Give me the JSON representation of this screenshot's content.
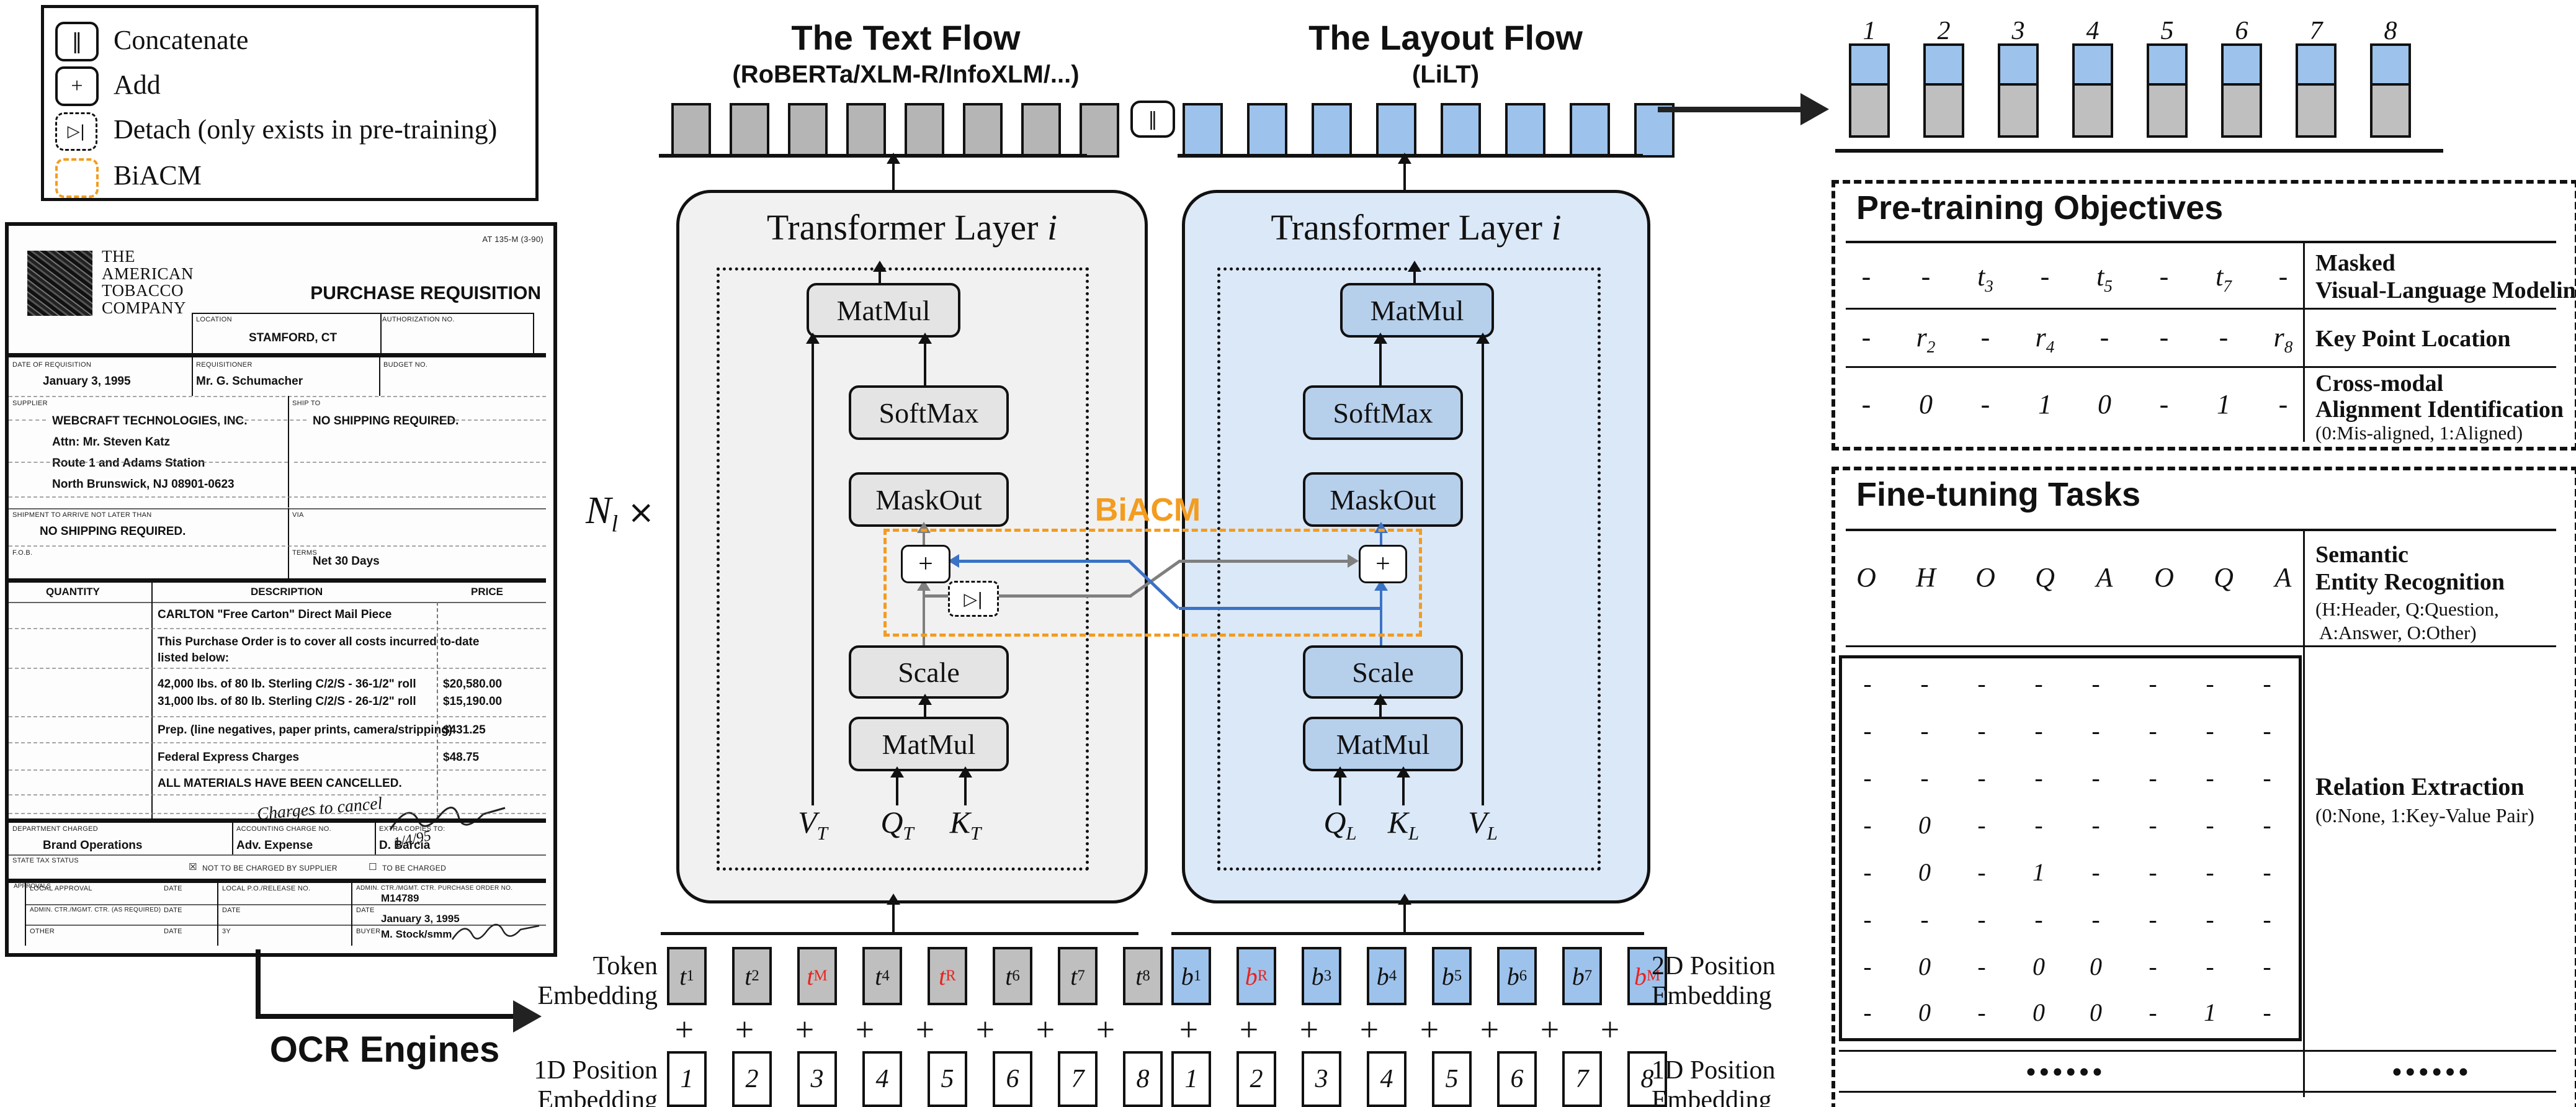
{
  "legend": {
    "concat_symbol": "‖",
    "add_symbol": "+",
    "detach_symbol": "▷|",
    "items": [
      "Concatenate",
      "Add",
      "Detach (only exists in pre-training)",
      "BiACM"
    ]
  },
  "flows": {
    "text": {
      "title": "The Text Flow",
      "subtitle": "(RoBERTa/XLM-R/InfoXLM/...)",
      "layer_title": "Transformer Layer",
      "layer_index": "i",
      "blocks": {
        "matmul_top": "MatMul",
        "softmax": "SoftMax",
        "maskout": "MaskOut",
        "plus": "+",
        "detach": "▷|",
        "scale": "Scale",
        "matmul_bottom": "MatMul"
      },
      "inputs": [
        {
          "base": "V",
          "sub": "T"
        },
        {
          "base": "Q",
          "sub": "T"
        },
        {
          "base": "K",
          "sub": "T"
        }
      ]
    },
    "layout": {
      "title": "The Layout Flow",
      "subtitle": "(LiLT)",
      "layer_title": "Transformer Layer",
      "layer_index": "i",
      "blocks": {
        "matmul_top": "MatMul",
        "softmax": "SoftMax",
        "maskout": "MaskOut",
        "plus": "+",
        "scale": "Scale",
        "matmul_bottom": "MatMul"
      },
      "inputs": [
        {
          "base": "Q",
          "sub": "L"
        },
        {
          "base": "K",
          "sub": "L"
        },
        {
          "base": "V",
          "sub": "L"
        }
      ]
    }
  },
  "biacm_label": "BiACM",
  "n_layers": {
    "base": "N",
    "sub": "l",
    "times": "×"
  },
  "ocr": {
    "label": "OCR Engines"
  },
  "output_bars": {
    "indices": [
      "1",
      "2",
      "3",
      "4",
      "5",
      "6",
      "7",
      "8"
    ]
  },
  "embeddings": {
    "token_label": [
      "Token",
      "Embedding"
    ],
    "pos1d_label_left": [
      "1D Position",
      "Embedding"
    ],
    "pos2d_label_right": [
      "2D Position",
      "Embedding"
    ],
    "pos1d_label_right": [
      "1D Position",
      "Embedding"
    ],
    "token_items": [
      {
        "base": "t",
        "sub": "1"
      },
      {
        "base": "t",
        "sub": "2"
      },
      {
        "base": "t",
        "sub": "M",
        "red": true
      },
      {
        "base": "t",
        "sub": "4"
      },
      {
        "base": "t",
        "sub": "R",
        "red": true
      },
      {
        "base": "t",
        "sub": "6"
      },
      {
        "base": "t",
        "sub": "7"
      },
      {
        "base": "t",
        "sub": "8"
      }
    ],
    "box2d_items": [
      {
        "base": "b",
        "sub": "1"
      },
      {
        "base": "b",
        "sub": "R",
        "red": true
      },
      {
        "base": "b",
        "sub": "3"
      },
      {
        "base": "b",
        "sub": "4"
      },
      {
        "base": "b",
        "sub": "5"
      },
      {
        "base": "b",
        "sub": "6"
      },
      {
        "base": "b",
        "sub": "7"
      },
      {
        "base": "b",
        "sub": "M",
        "red": true
      }
    ],
    "plus_row": [
      "+",
      "+",
      "+",
      "+",
      "+",
      "+",
      "+",
      "+"
    ],
    "positions": [
      "1",
      "2",
      "3",
      "4",
      "5",
      "6",
      "7",
      "8"
    ]
  },
  "pretraining": {
    "title": "Pre-training Objectives",
    "rows": [
      {
        "cells": [
          "-",
          "-",
          {
            "base": "t",
            "sub": "3"
          },
          "-",
          {
            "base": "t",
            "sub": "5"
          },
          "-",
          {
            "base": "t",
            "sub": "7"
          },
          "-"
        ],
        "label_lines": [
          "Masked",
          "Visual-Language Modeling"
        ],
        "note": ""
      },
      {
        "cells": [
          "-",
          {
            "base": "r",
            "sub": "2"
          },
          "-",
          {
            "base": "r",
            "sub": "4"
          },
          "-",
          "-",
          "-",
          {
            "base": "r",
            "sub": "8"
          }
        ],
        "label_lines": [
          "Key Point Location"
        ],
        "note": ""
      },
      {
        "cells": [
          "-",
          "0",
          "-",
          "1",
          "0",
          "-",
          "1",
          "-"
        ],
        "label_lines": [
          "Cross-modal",
          "Alignment Identification"
        ],
        "note": "(0:Mis-aligned, 1:Aligned)"
      }
    ]
  },
  "finetuning": {
    "title": "Fine-tuning Tasks",
    "ser": {
      "cells": [
        "O",
        "H",
        "O",
        "Q",
        "A",
        "O",
        "Q",
        "A"
      ],
      "label_lines": [
        "Semantic",
        "Entity Recognition"
      ],
      "note_lines": [
        "(H:Header, Q:Question,",
        "A:Answer, O:Other)"
      ]
    },
    "re": {
      "label": "Relation Extraction",
      "note": "(0:None, 1:Key-Value Pair)",
      "matrix": [
        [
          "-",
          "-",
          "-",
          "-",
          "-",
          "-",
          "-",
          "-"
        ],
        [
          "-",
          "-",
          "-",
          "-",
          "-",
          "-",
          "-",
          "-"
        ],
        [
          "-",
          "-",
          "-",
          "-",
          "-",
          "-",
          "-",
          "-"
        ],
        [
          "-",
          "0",
          "-",
          "-",
          "-",
          "-",
          "-",
          "-"
        ],
        [
          "-",
          "0",
          "-",
          "1",
          "-",
          "-",
          "-",
          "-"
        ],
        [
          "-",
          "-",
          "-",
          "-",
          "-",
          "-",
          "-",
          "-"
        ],
        [
          "-",
          "0",
          "-",
          "0",
          "0",
          "-",
          "-",
          "-"
        ],
        [
          "-",
          "0",
          "-",
          "0",
          "0",
          "-",
          "1",
          "-"
        ]
      ]
    },
    "ellipsis_left": "••••••",
    "ellipsis_right": "••••••"
  },
  "document": {
    "form_code": "AT 135-M (3-90)",
    "company": [
      "THE",
      "AMERICAN",
      "TOBACCO",
      "COMPANY"
    ],
    "title": "PURCHASE REQUISITION",
    "location_label": "LOCATION",
    "location_value": "STAMFORD, CT",
    "auth_label": "AUTHORIZATION NO.",
    "date_label": "DATE OF REQUISITION",
    "date_value": "January 3, 1995",
    "req_label": "REQUISITIONER",
    "req_value": "Mr. G. Schumacher",
    "budget_label": "BUDGET NO.",
    "supplier_label": "SUPPLIER",
    "supplier_lines": [
      "WEBCRAFT TECHNOLOGIES, INC.",
      "Attn: Mr. Steven Katz",
      "Route 1 and Adams Station",
      "North Brunswick, NJ 08901-0623"
    ],
    "shipto_label": "SHIP TO",
    "shipto_value": "NO SHIPPING REQUIRED.",
    "shipment_label": "SHIPMENT TO ARRIVE NOT LATER THAN",
    "shipment_value": "NO SHIPPING REQUIRED.",
    "via_label": "VIA",
    "fob_label": "F.O.B.",
    "terms_label": "TERMS",
    "terms_value": "Net 30 Days",
    "qty_header": "QUANTITY",
    "desc_header": "DESCRIPTION",
    "price_header": "PRICE",
    "desc_line1": "CARLTON \"Free Carton\" Direct Mail Piece",
    "desc_line2": "This Purchase Order is to cover all costs incurred to-date",
    "desc_line3": "listed below:",
    "items": [
      {
        "desc": "42,000 lbs. of 80 lb. Sterling C/2/S - 36-1/2\" roll",
        "price": "$20,580.00"
      },
      {
        "desc": "31,000 lbs. of 80 lb. Sterling C/2/S - 26-1/2\" roll",
        "price": "$15,190.00"
      },
      {
        "desc": "Prep. (line negatives, paper prints, camera/stripping)",
        "price": "$431.25"
      },
      {
        "desc": "Federal Express Charges",
        "price": "$48.75"
      }
    ],
    "cancelled_line": "ALL MATERIALS HAVE BEEN CANCELLED.",
    "handwriting": "Charges to cancel",
    "handwriting_date": "1/4/95",
    "dept_label": "DEPARTMENT CHARGED",
    "dept_value": "Brand Operations",
    "acct_label": "ACCOUNTING CHARGE NO.",
    "acct_value": "Adv. Expense",
    "copies_label": "EXTRA COPIES TO:",
    "copies_value": "D. Barcia",
    "tax_label": "STATE TAX STATUS",
    "tax_opt1_mark": "☒",
    "tax_opt1": "NOT TO BE CHARGED BY SUPPLIER",
    "tax_opt2_mark": "☐",
    "tax_opt2": "TO BE CHARGED",
    "approvals_vertical": "APPROVALS",
    "appr_r1c1": "LOCAL APPROVAL",
    "appr_date": "DATE",
    "appr_r1c3": "LOCAL P.O./RELEASE NO.",
    "appr_r1c4": "ADMIN. CTR./MGMT. CTR.  PURCHASE ORDER NO.",
    "appr_r1c4_value": "M14789",
    "appr_r2c1": "ADMIN. CTR./MGMT. CTR. (AS REQUIRED)",
    "appr_r2c4_value": "January 3, 1995",
    "appr_r3c1": "OTHER",
    "appr_r3c3": "3Y",
    "buyer_label": "BUYER",
    "buyer_value": "M. Stock/smm"
  },
  "colors": {
    "accent_orange": "#F39C1F",
    "connector_blue": "#3A72C6",
    "connector_gray": "#7F7F7F",
    "bar_gray": "#B5B5B5",
    "bar_blue": "#9DC3EC",
    "masked_red": "#E8231F"
  }
}
